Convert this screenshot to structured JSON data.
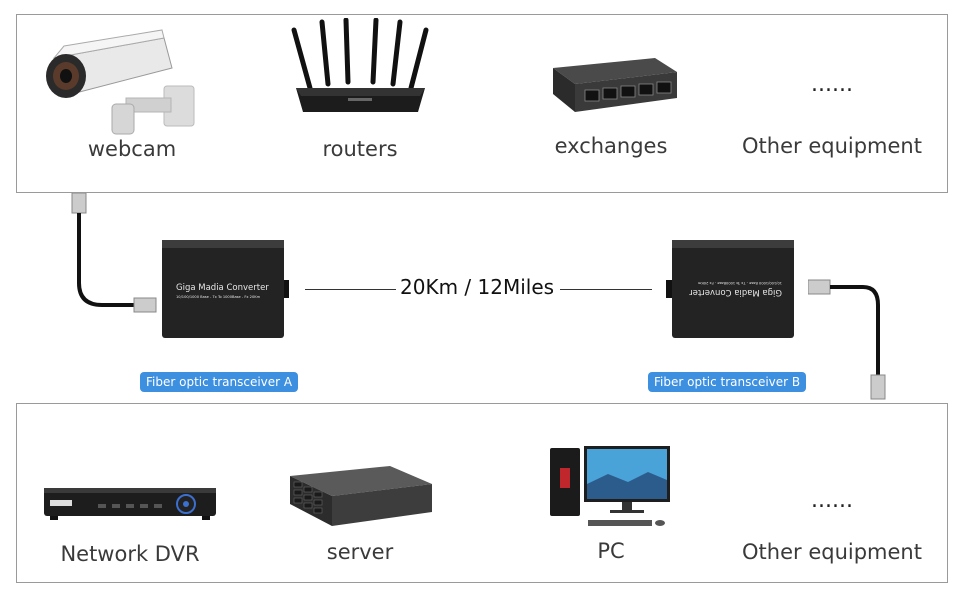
{
  "top_panel": {
    "devices": [
      {
        "label": "webcam",
        "icon": "security-camera-icon"
      },
      {
        "label": "routers",
        "icon": "wifi-router-icon"
      },
      {
        "label": "exchanges",
        "icon": "network-switch-icon"
      },
      {
        "label": "Other equipment",
        "icon": "ellipsis-icon",
        "dots": "......"
      }
    ]
  },
  "middle": {
    "distance_label": "20Km / 12Miles",
    "transceiver_a": {
      "badge": "Fiber optic transceiver A",
      "device_title": "Giga Madia Converter",
      "device_subtitle": "10/100/1000 Base - Tx To 1000Base - Fx 20Km"
    },
    "transceiver_b": {
      "badge": "Fiber optic transceiver B",
      "device_title": "Giga Madia Converter",
      "device_subtitle": "10/100/1000 Base - Tx To 1000Base - Fx 20Km"
    },
    "badge_color": "#3d8fe0"
  },
  "bottom_panel": {
    "devices": [
      {
        "label": "Network DVR",
        "icon": "dvr-recorder-icon"
      },
      {
        "label": "server",
        "icon": "rack-server-icon"
      },
      {
        "label": "PC",
        "icon": "desktop-pc-icon"
      },
      {
        "label": "Other equipment",
        "icon": "ellipsis-icon",
        "dots": "......"
      }
    ]
  }
}
